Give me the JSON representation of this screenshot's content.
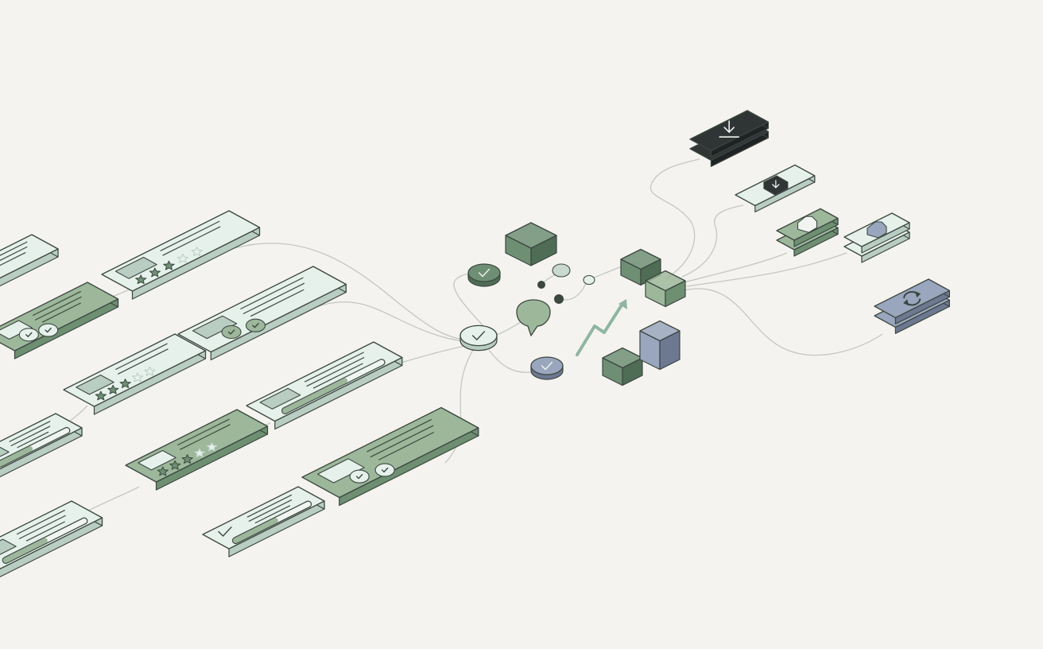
{
  "palette": {
    "background": "#f5f3ef",
    "outline": "#3b4740",
    "connector": "#c3c7c2",
    "mint": "#e6f1ec",
    "mint_side": "#b9cdc3",
    "sage": "#9db79b",
    "sage_side": "#6e8f72",
    "forest": "#6f8f75",
    "forest_side": "#4f6d55",
    "slate": "#9aa6bd",
    "slate_side": "#6d7891",
    "charcoal": "#2f3435",
    "charcoal_side": "#1f2324",
    "trend": "#8fb5a2"
  },
  "cards": [
    {
      "name": "review-card-rating-top",
      "variant": "mint",
      "content": "rating",
      "filled_stars": 3,
      "total_stars": 5
    },
    {
      "name": "review-card-checks",
      "variant": "mint",
      "content": "checks",
      "filled_stars": 0,
      "total_stars": 0
    },
    {
      "name": "review-card-rating-middle",
      "variant": "mint",
      "content": "rating",
      "filled_stars": 3,
      "total_stars": 5
    },
    {
      "name": "review-card-progress",
      "variant": "mint",
      "content": "progress",
      "progress": 0.62
    },
    {
      "name": "review-card-rating-dark",
      "variant": "sage",
      "content": "rating",
      "filled_stars": 3,
      "total_stars": 5
    },
    {
      "name": "review-card-approval-dark",
      "variant": "sage",
      "content": "approval",
      "filled_stars": 0,
      "total_stars": 0
    },
    {
      "name": "review-card-check-progress",
      "variant": "mint",
      "content": "check-progress",
      "progress": 0.55
    },
    {
      "name": "review-card-edge-top",
      "variant": "mint",
      "content": "lines"
    },
    {
      "name": "review-card-edge-checks",
      "variant": "sage",
      "content": "check-list"
    },
    {
      "name": "review-card-edge-progress",
      "variant": "mint",
      "content": "progress",
      "progress": 0.45
    },
    {
      "name": "review-card-edge-bottom",
      "variant": "mint",
      "content": "progress",
      "progress": 0.5
    }
  ],
  "hub": {
    "icon": "checkmark-icon",
    "variant": "mint"
  },
  "nodes": [
    {
      "name": "approved-node",
      "icon": "checkmark-icon",
      "variant": "forest"
    },
    {
      "name": "verified-node",
      "icon": "checkmark-icon",
      "variant": "slate"
    },
    {
      "name": "comment-bubble",
      "icon": "speech-bubble-icon",
      "variant": "sage"
    },
    {
      "name": "trend-arrow",
      "icon": "trend-up-arrow-icon",
      "variant": "trend"
    }
  ],
  "blocks": [
    {
      "name": "data-block-top",
      "variant": "forest"
    },
    {
      "name": "data-block-right-dark",
      "variant": "forest"
    },
    {
      "name": "data-block-right-light",
      "variant": "sage"
    },
    {
      "name": "data-block-small",
      "variant": "forest"
    },
    {
      "name": "data-block-tall",
      "variant": "slate"
    }
  ],
  "outputs": [
    {
      "name": "download-tile",
      "icon": "download-icon",
      "variant": "charcoal"
    },
    {
      "name": "file-export-tile",
      "icon": "file-download-icon",
      "variant": "mint"
    },
    {
      "name": "document-tile-stacked",
      "icon": "document-icon",
      "variant": "sage"
    },
    {
      "name": "document-tile-light",
      "icon": "document-icon",
      "variant": "mint"
    },
    {
      "name": "sync-tile",
      "icon": "refresh-icon",
      "variant": "slate"
    }
  ]
}
